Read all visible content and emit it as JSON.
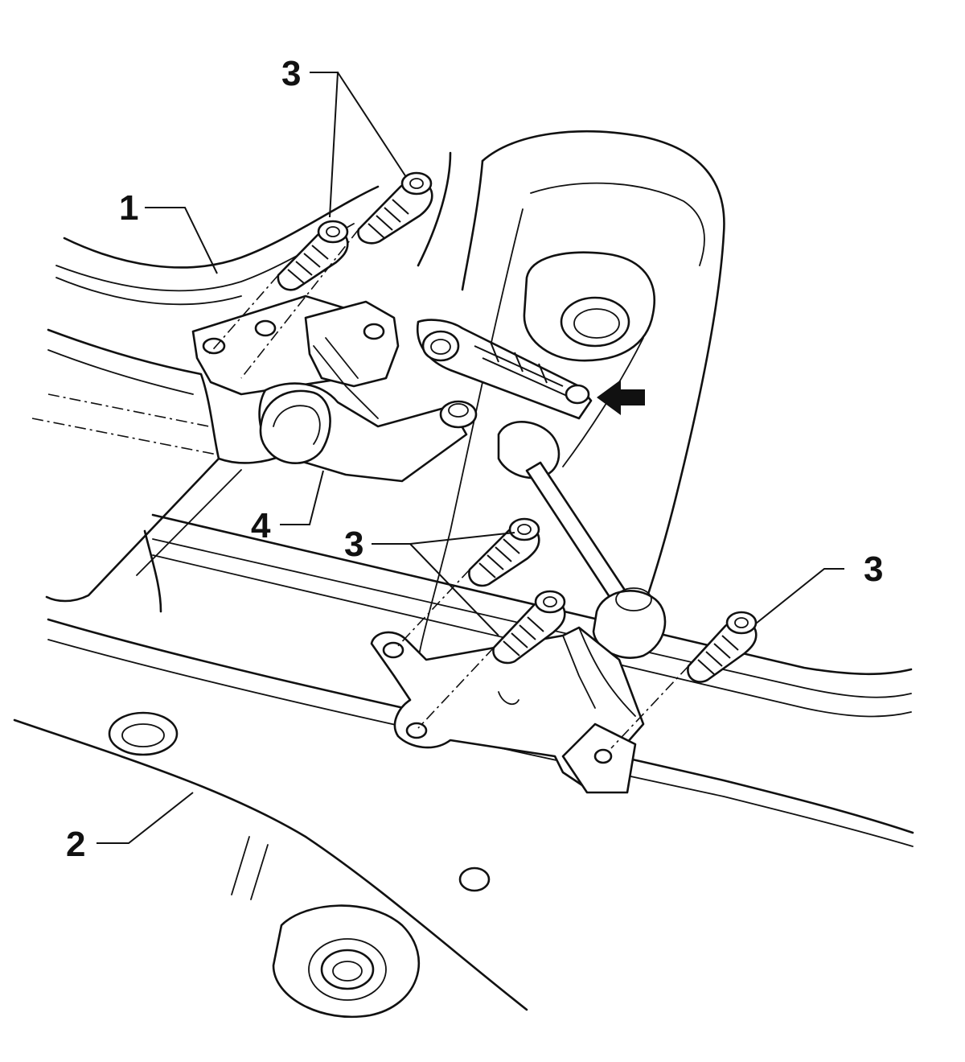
{
  "callouts": [
    {
      "id": "c1",
      "label": "1"
    },
    {
      "id": "c2",
      "label": "2"
    },
    {
      "id": "c3a",
      "label": "3"
    },
    {
      "id": "c3b",
      "label": "3"
    },
    {
      "id": "c3c",
      "label": "3"
    },
    {
      "id": "c4",
      "label": "4"
    }
  ],
  "colors": {
    "line": "#111111",
    "background": "#ffffff"
  },
  "icons": [
    "arrow-left-icon"
  ]
}
